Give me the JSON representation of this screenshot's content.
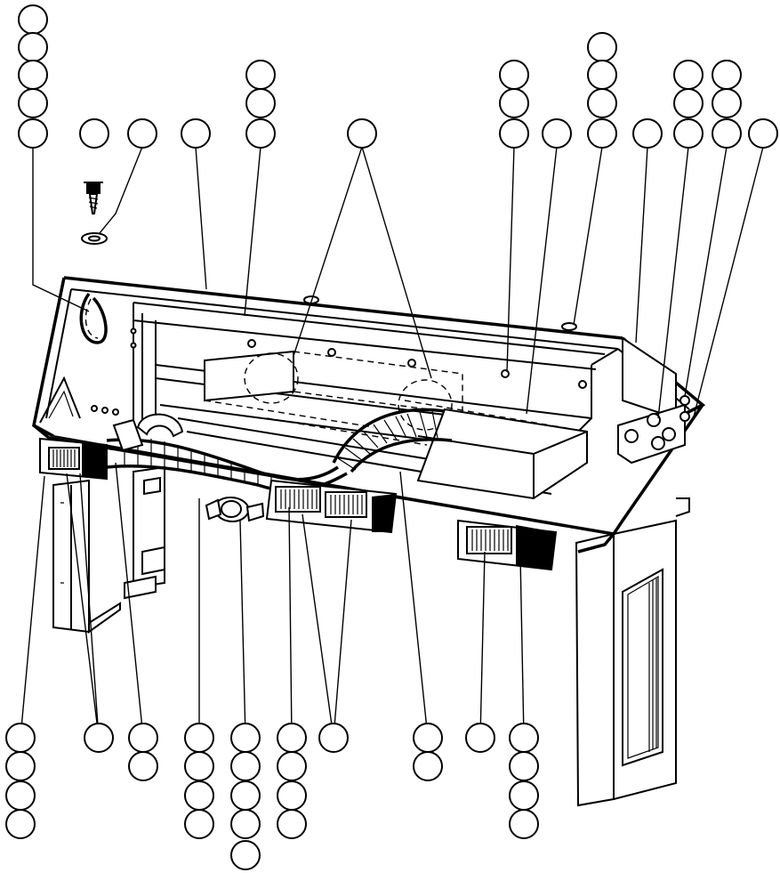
{
  "figure": {
    "kind": "exploded parts illustration",
    "callout_labels": [],
    "colors": {
      "line": "#000000",
      "background": "#ffffff"
    },
    "icons": [
      "screw-icon",
      "washer-icon"
    ],
    "callout_groups": {
      "top": [
        5,
        1,
        1,
        1,
        3,
        1,
        3,
        4,
        1,
        3,
        3,
        1
      ],
      "bottom": [
        4,
        1,
        2,
        4,
        5,
        4,
        1,
        2,
        1,
        4
      ]
    }
  }
}
